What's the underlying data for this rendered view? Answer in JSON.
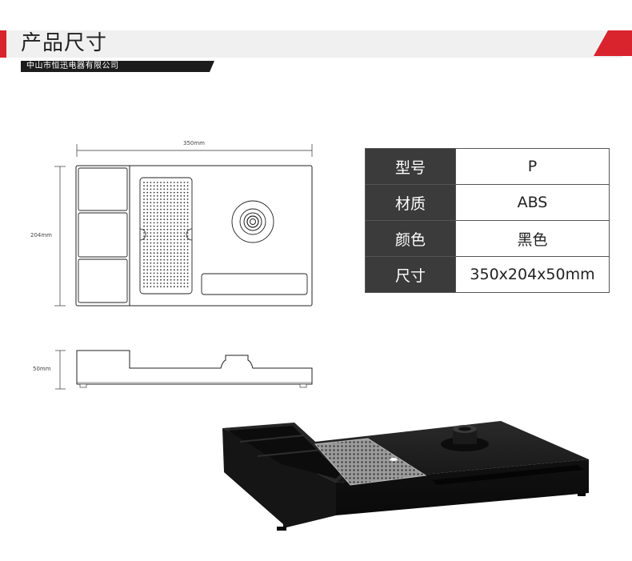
{
  "header": {
    "title": "产品尺寸",
    "company": "中山市恒迅电器有限公司",
    "accent_color": "#d9232d"
  },
  "drawing": {
    "width_label": "350mm",
    "depth_label": "204mm",
    "height_label": "50mm"
  },
  "specs": [
    {
      "key": "型号",
      "value": "P"
    },
    {
      "key": "材质",
      "value": "ABS"
    },
    {
      "key": "颜色",
      "value": "黑色"
    },
    {
      "key": "尺寸",
      "value": "350x204x50mm"
    }
  ]
}
